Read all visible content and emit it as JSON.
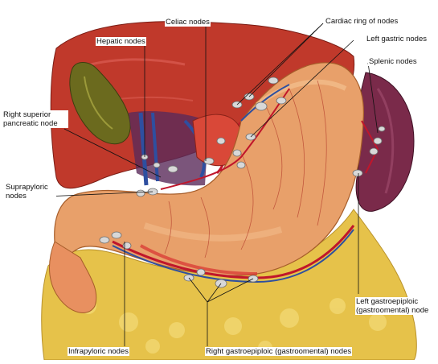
{
  "labels": {
    "celiac": "Celiac nodes",
    "cardiac_ring": "Cardiac ring of nodes",
    "hepatic": "Hepatic nodes",
    "left_gastric": "Left gastric nodes",
    "splenic": "Splenic nodes",
    "right_superior_pancreatic": "Right superior pancreatic node",
    "suprapyloric": "Suprapyloric nodes",
    "left_gastroepiploic": "Left gastroepiploic (gastroomental) node",
    "infrapyloric": "Infrapyloric nodes",
    "right_gastroepiploic": "Right gastroepiploic (gastroomental) nodes"
  },
  "colors": {
    "liver": "#c0392b",
    "stomach": "#e8a06a",
    "spleen": "#7a2a4a",
    "gallbladder": "#6b6a1e",
    "fat": "#e6c24a",
    "node": "#d8d8d8",
    "leader": "#111111"
  }
}
